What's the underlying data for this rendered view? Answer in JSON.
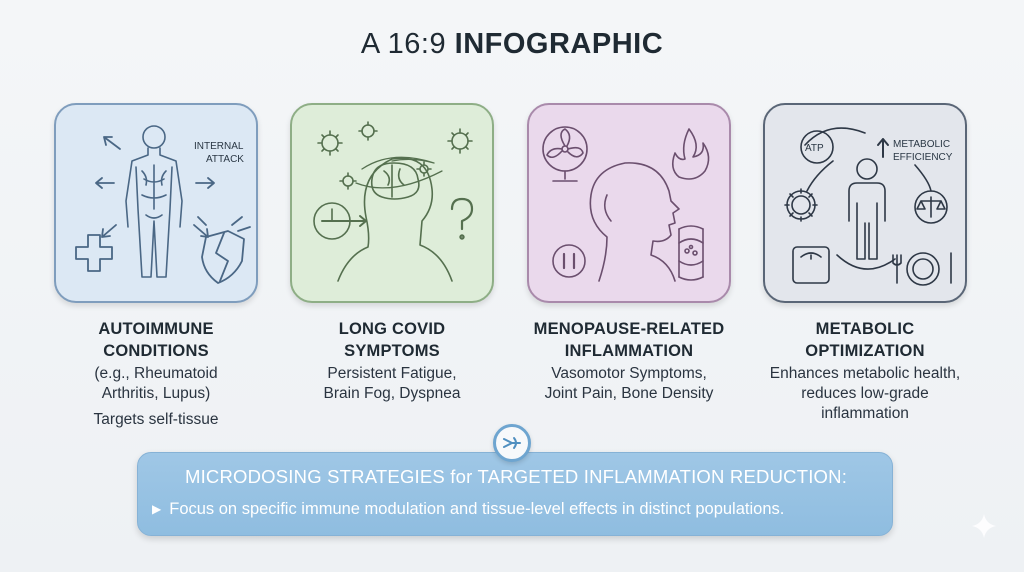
{
  "title": {
    "light": "A 16:9",
    "bold": "INFOGRAPHIC"
  },
  "panels": [
    {
      "title_lines": [
        "AUTOIMMUNE",
        "CONDITIONS"
      ],
      "body_lines": [
        "(e.g., Rheumatoid",
        "Arthritis, Lupus)"
      ],
      "extra": "Targets self-tissue",
      "illustration_text": [
        "INTERNAL",
        "ATTACK"
      ],
      "icons": [
        "human-body-icon",
        "arrow-icon",
        "cross-icon",
        "broken-shield-icon"
      ],
      "color": "#dce8f4"
    },
    {
      "title_lines": [
        "LONG COVID",
        "SYMPTOMS"
      ],
      "body_lines": [
        "Persistent Fatigue,",
        "Brain Fog, Dyspnea"
      ],
      "icons": [
        "virus-icon",
        "head-brain-icon",
        "clock-icon",
        "question-mark-icon"
      ],
      "color": "#deedd9"
    },
    {
      "title_lines": [
        "MENOPAUSE-RELATED",
        "INFLAMMATION"
      ],
      "body_lines": [
        "Vasomotor Symptoms,",
        "Joint Pain, Bone Density"
      ],
      "icons": [
        "fan-icon",
        "flame-icon",
        "female-profile-icon",
        "pause-icon",
        "bone-joint-icon"
      ],
      "color": "#ead9ec"
    },
    {
      "title_lines": [
        "METABOLIC",
        "OPTIMIZATION"
      ],
      "body_lines": [
        "Enhances metabolic health,",
        "reduces low-grade",
        "inflammation"
      ],
      "illustration_text": [
        "ATP",
        "METABOLIC",
        "EFFICIENCY"
      ],
      "icons": [
        "person-icon",
        "gear-icon",
        "scale-icon",
        "balance-icon",
        "plate-icon"
      ],
      "color": "#e3e6ec"
    }
  ],
  "banner": {
    "title": "MICRODOSING STRATEGIES for TARGETED INFLAMMATION REDUCTION:",
    "subtitle": "Focus on specific immune modulation and tissue-level effects in distinct populations.",
    "bullet_icon": "triangle-right-icon",
    "badge_icon": "microdose-droplet-icon",
    "color": "#9fc7e6"
  }
}
